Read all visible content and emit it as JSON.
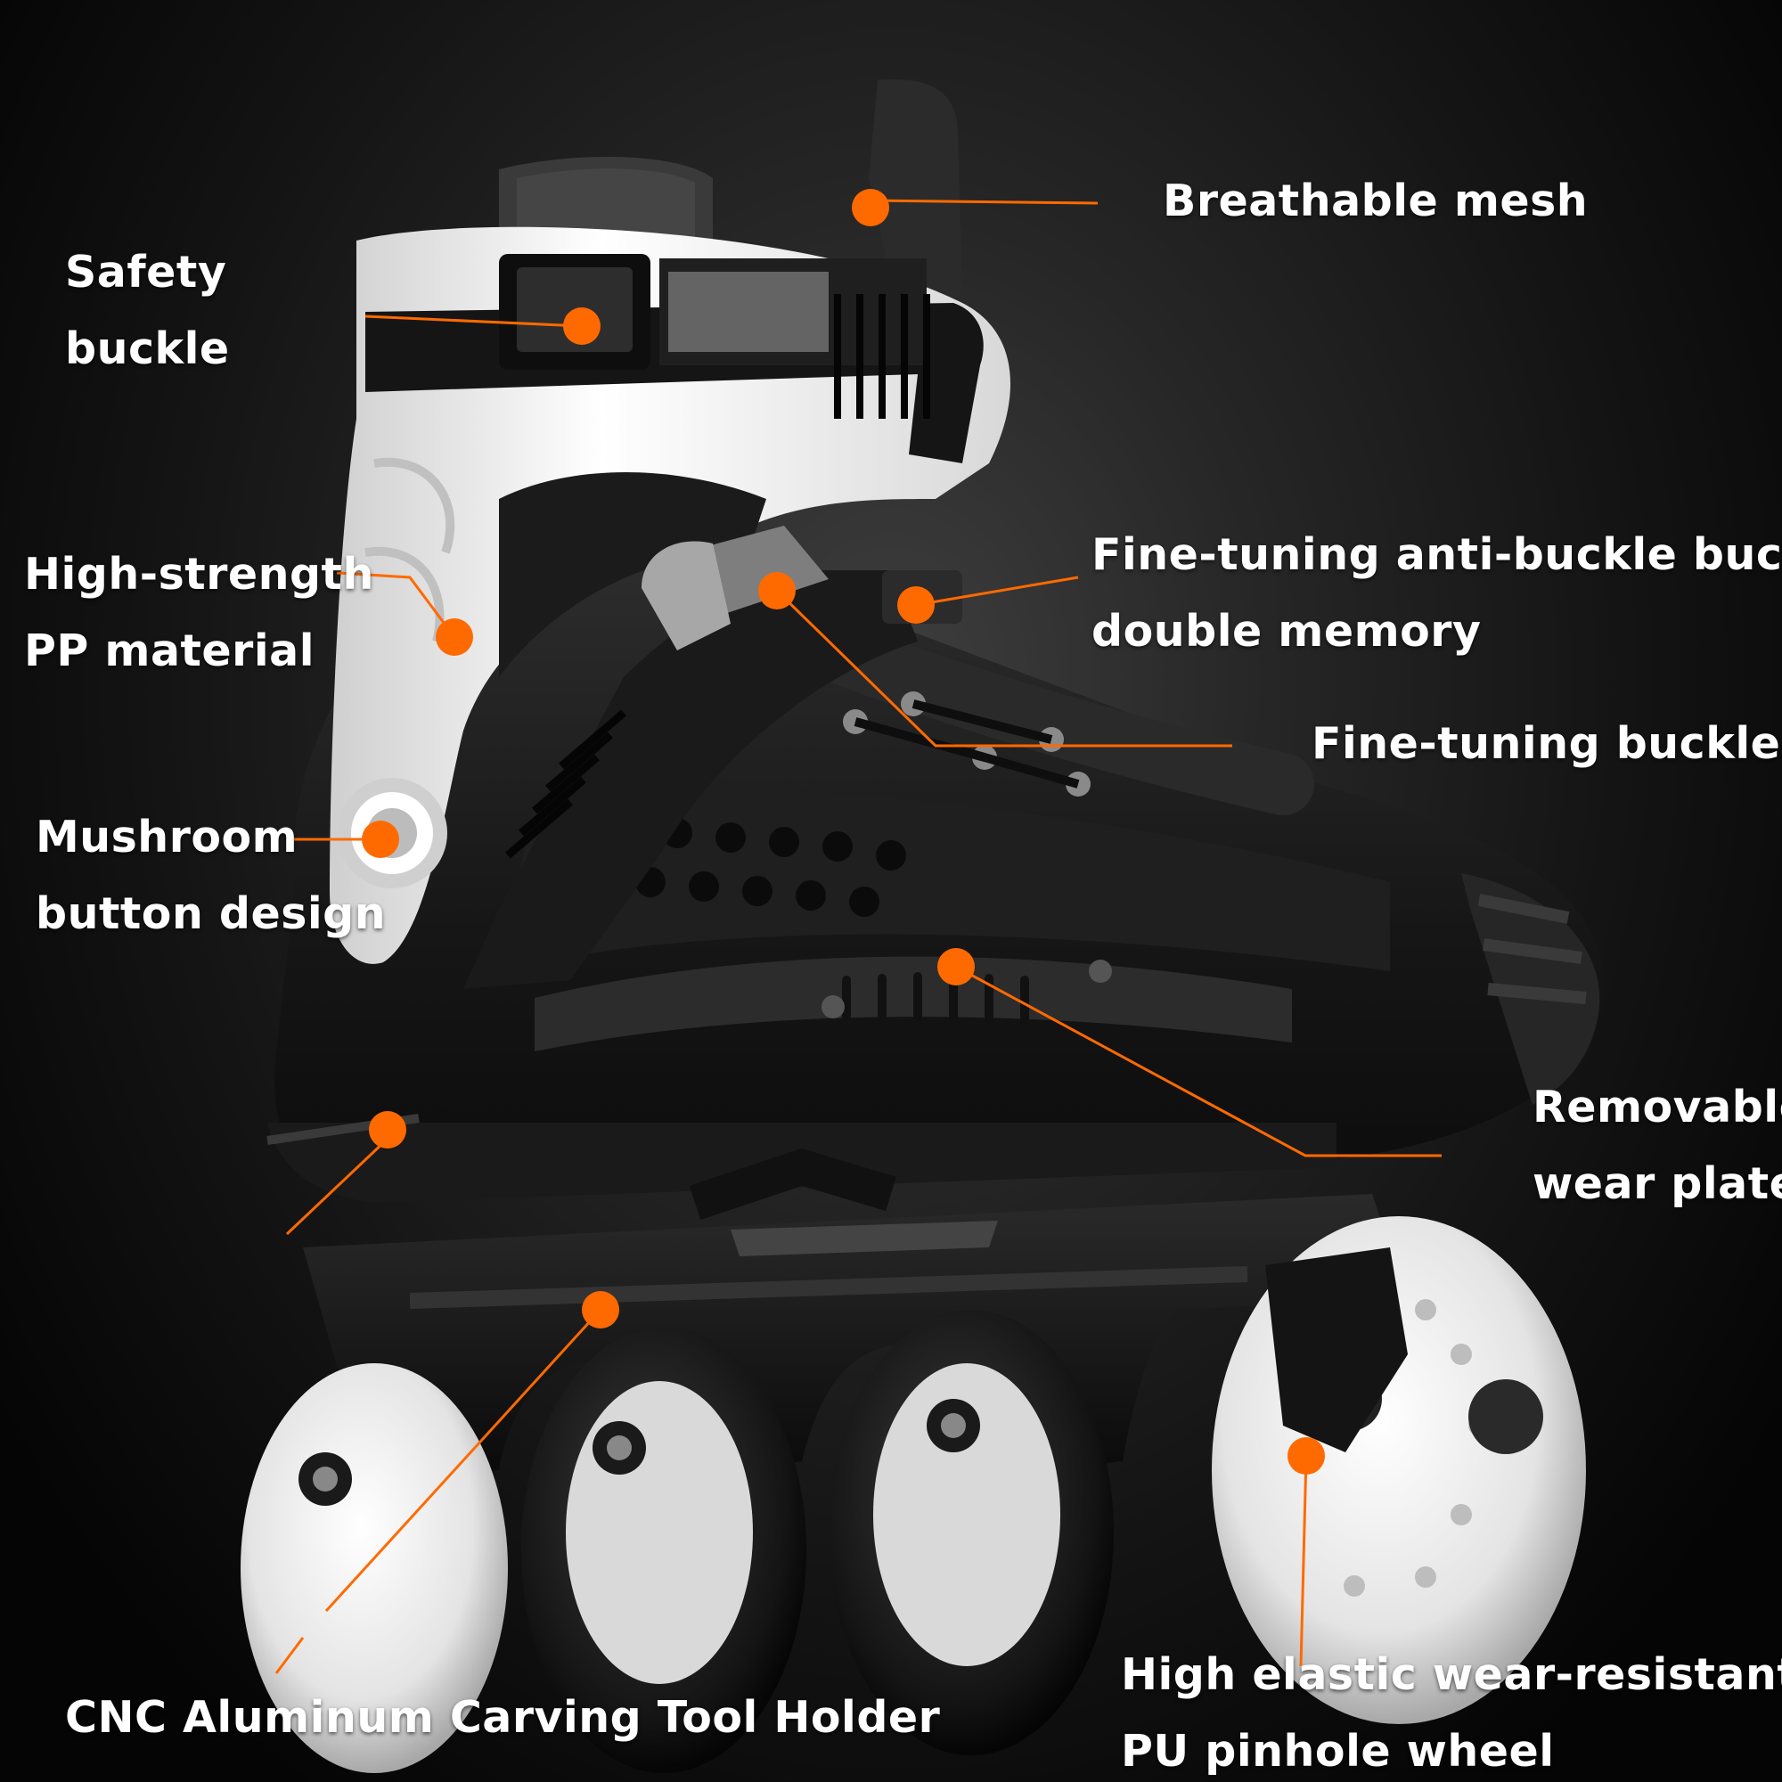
{
  "image": {
    "subject": "inline-skate-icon",
    "colors": {
      "accent": "#ff6a00",
      "boot_black": "#1b1b1b",
      "shell_white": "#f2f2f2",
      "background_dark": "#141414"
    }
  },
  "callouts": [
    {
      "id": "breathable-mesh",
      "lines": [
        "Breathable mesh"
      ]
    },
    {
      "id": "safety-buckle",
      "lines": [
        "Safety",
        "buckle"
      ]
    },
    {
      "id": "pp-material",
      "lines": [
        "High-strength",
        "PP material"
      ]
    },
    {
      "id": "anti-buckle",
      "lines": [
        "Fine-tuning anti-buckle buckle,",
        "double memory"
      ]
    },
    {
      "id": "fine-tuning-buckle",
      "lines": [
        "Fine-tuning buckle"
      ]
    },
    {
      "id": "mushroom-button",
      "lines": [
        "Mushroom",
        "button design"
      ]
    },
    {
      "id": "wear-plate",
      "lines": [
        "Removable",
        "wear plate"
      ]
    },
    {
      "id": "tool-holder",
      "lines": [
        "CNC Aluminum Carving Tool Holder"
      ]
    },
    {
      "id": "pu-wheel",
      "lines": [
        "High elastic wear-resistant",
        "PU pinhole wheel"
      ]
    }
  ]
}
